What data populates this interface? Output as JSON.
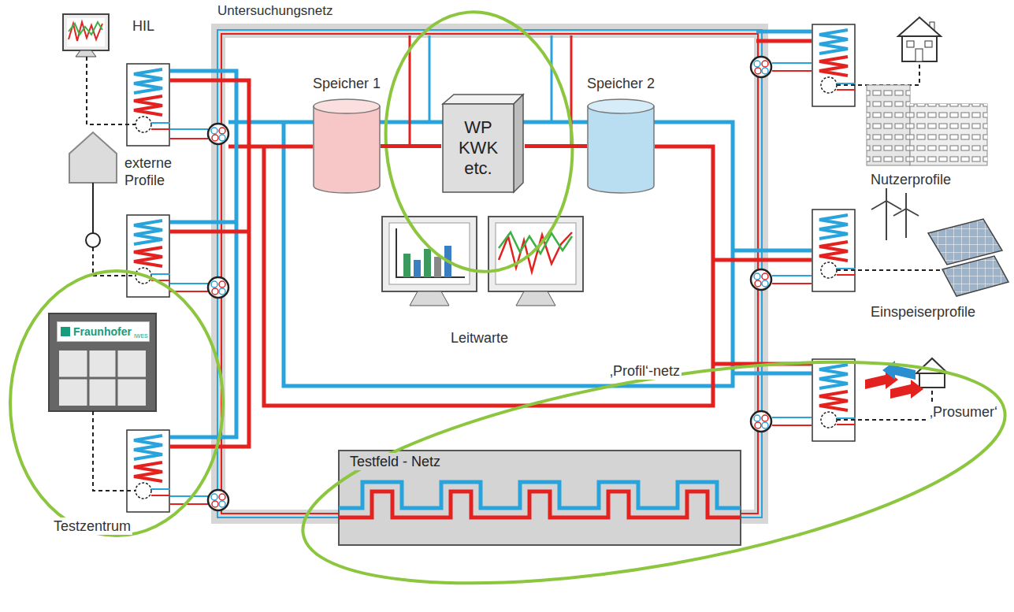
{
  "diagram": {
    "nodes": [
      {
        "text": [
          "Untersuchungsnetz"
        ]
      },
      {
        "text": [
          "Speicher 1"
        ],
        "in": 0
      },
      {
        "text": [
          "WP KWK etc."
        ],
        "in": 0
      },
      {
        "text": [
          "Speicher 2"
        ],
        "in": 0
      },
      {
        "text": [
          "Testfeld - Netz"
        ],
        "in": 0
      },
      {
        "text": [
          "Fraunhofer",
          "IWES"
        ]
      }
    ],
    "edges": [
      {
        "from": 1,
        "to": 2,
        "arrow": "none"
      },
      {
        "from": 2,
        "to": 3,
        "arrow": "none"
      }
    ],
    "labels": [
      "HIL",
      "externe Profile",
      "Testzentrum",
      "Leitwarte",
      "‚Profil‘-netz",
      "Nutzerprofile",
      "Einspeiserprofile",
      "‚Prosumer‘"
    ]
  }
}
